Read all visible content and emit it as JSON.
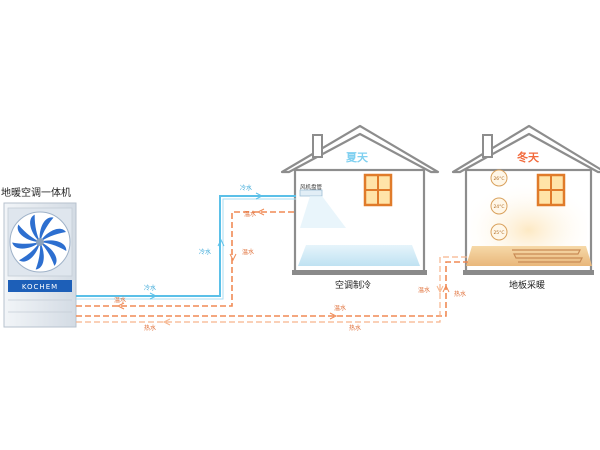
{
  "unit": {
    "title": "地暖空调一体机",
    "brand": "KOCHEM"
  },
  "summer_house": {
    "season": "夏天",
    "caption": "空调制冷",
    "vent_label": "风机盘管"
  },
  "winter_house": {
    "season": "冬天",
    "caption": "地板采暖",
    "heat_badges": [
      "26°C",
      "24°C",
      "25°C"
    ]
  },
  "pipes": {
    "cold_water": "冷水",
    "warm_water": "温水",
    "hot_water": "热水"
  },
  "colors": {
    "cold_pipe": "#5bc0e8",
    "hot_pipe": "#f08a55",
    "summer_text": "#7fd0f0",
    "winter_text": "#f26a3c",
    "unit_panel": "#dfe6ee",
    "fan_blue": "#2d6fd0"
  }
}
